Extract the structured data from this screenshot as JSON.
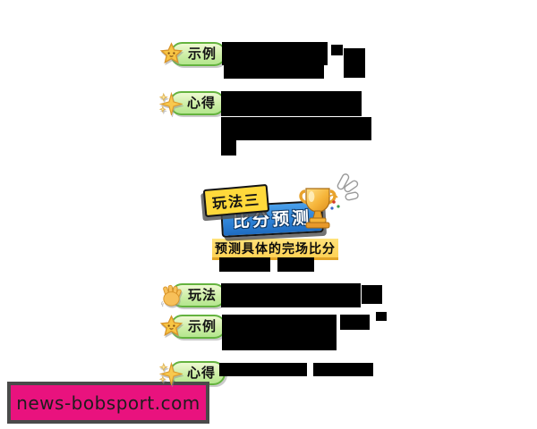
{
  "badges": {
    "example1": {
      "label": "示例",
      "icon": "star-face-icon"
    },
    "tips1": {
      "label": "心得",
      "icon": "sparkle-icon"
    },
    "method": {
      "label": "玩法",
      "icon": "waving-hand-icon"
    },
    "example2": {
      "label": "示例",
      "icon": "star-face-icon"
    },
    "tips2": {
      "label": "心得",
      "icon": "sparkle-icon"
    }
  },
  "section_header": {
    "tag": "玩法三",
    "title": "比分预测",
    "icon": "trophy-icon",
    "decor": "sparkle-rays-icon"
  },
  "highlight_note": {
    "text": "预测具体的完场比分"
  },
  "watermark": {
    "text": "news-bobsport.com"
  },
  "colors": {
    "badge_border_green": "#64b33f",
    "badge_fill_green": "#cdeea6",
    "tag_yellow": "#ffd93b",
    "title_blue": "#2b7fd4",
    "highlight_yellow": "#ffd255",
    "highlight_edge": "#e2a527",
    "watermark_pink": "#e9127e",
    "redacted": "#000000"
  }
}
